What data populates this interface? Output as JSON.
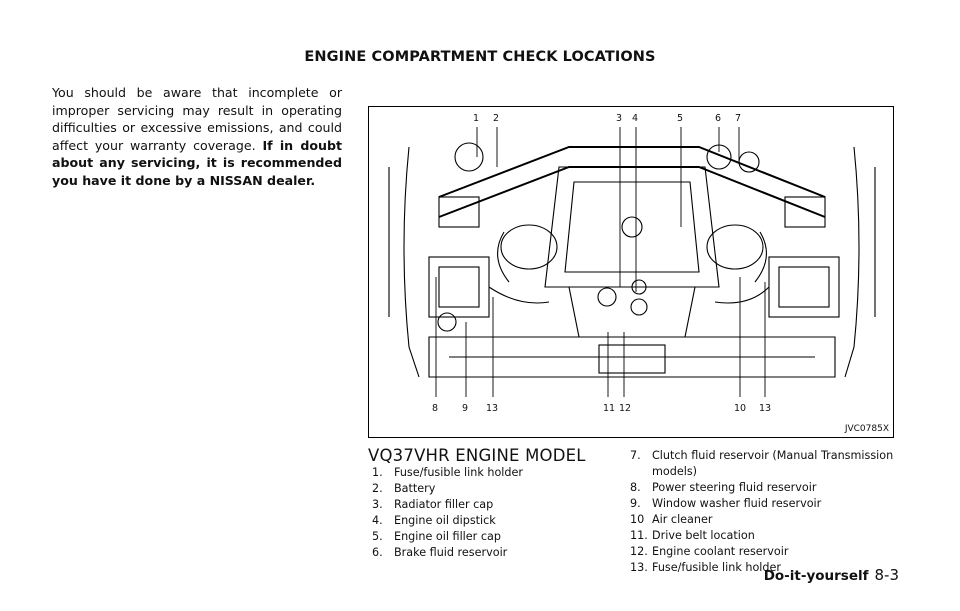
{
  "header": {
    "title": "ENGINE COMPARTMENT CHECK LOCATIONS"
  },
  "intro": {
    "text": "You should be aware that incomplete or improper servicing may result in operating difficulties or excessive emissions, and could affect your warranty coverage.",
    "bold_text": "If in doubt about any servicing, it is recommended you have it done by a NISSAN dealer."
  },
  "figure": {
    "code": "JVC0785X",
    "callouts_top": [
      "1",
      "2",
      "3",
      "4",
      "5",
      "6",
      "7"
    ],
    "callouts_bottom": [
      "8",
      "9",
      "13",
      "11",
      "12",
      "10",
      "13"
    ]
  },
  "model": {
    "title": "VQ37VHR ENGINE MODEL"
  },
  "legend": {
    "left": [
      {
        "num": "1.",
        "text": "Fuse/fusible link holder"
      },
      {
        "num": "2.",
        "text": "Battery"
      },
      {
        "num": "3.",
        "text": "Radiator filler cap"
      },
      {
        "num": "4.",
        "text": "Engine oil dipstick"
      },
      {
        "num": "5.",
        "text": "Engine oil filler cap"
      },
      {
        "num": "6.",
        "text": "Brake fluid reservoir"
      }
    ],
    "right": [
      {
        "num": "7.",
        "text": "Clutch fluid reservoir (Manual Transmission models)"
      },
      {
        "num": "8.",
        "text": "Power steering fluid reservoir"
      },
      {
        "num": "9.",
        "text": "Window washer fluid reservoir"
      },
      {
        "num": "10",
        "text": "Air cleaner"
      },
      {
        "num": "11.",
        "text": "Drive belt location"
      },
      {
        "num": "12.",
        "text": "Engine coolant reservoir"
      },
      {
        "num": "13.",
        "text": "Fuse/fusible link holder"
      }
    ]
  },
  "footer": {
    "section": "Do-it-yourself",
    "page": "8-3"
  }
}
